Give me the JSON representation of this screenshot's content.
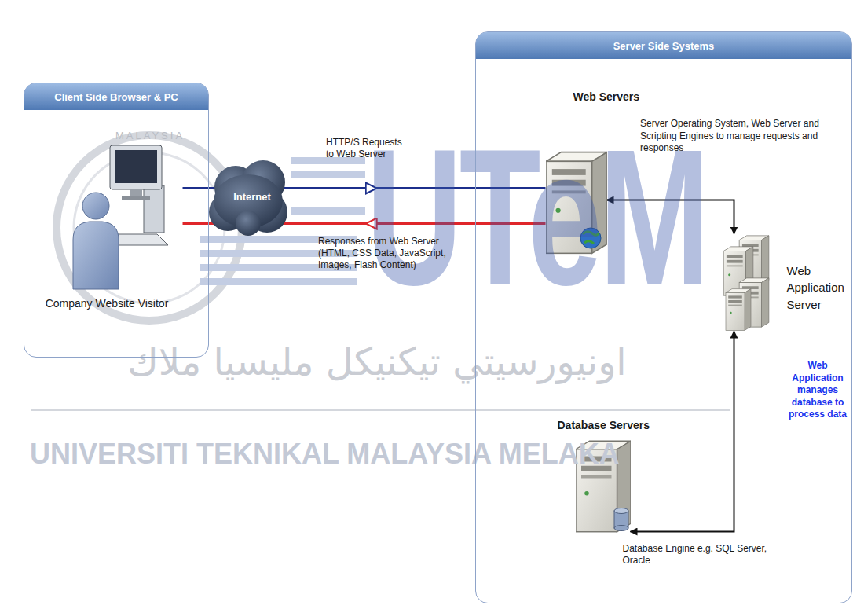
{
  "diagram": {
    "nodes": [
      {
        "text": [
          "Client Side Browser & PC"
        ]
      },
      {
        "text": [
          "Company Website Visitor"
        ],
        "in": 0
      },
      {
        "text": [
          "Internet"
        ]
      },
      {
        "text": [
          "Server Side Systems"
        ]
      },
      {
        "text": [
          "Web Servers"
        ],
        "in": 3
      },
      {
        "text": [
          "Web Application Server"
        ],
        "in": 3
      },
      {
        "text": [
          "Database Servers",
          "Database Engine e.g. SQL Server, Oracle"
        ],
        "in": 3
      }
    ],
    "edges": [
      {
        "from": 1,
        "to": 4,
        "arrow": "to",
        "label": "HTTP/S Requests to Web Server"
      },
      {
        "from": 4,
        "to": 1,
        "arrow": "to",
        "label": "Responses from Web Server (HTML, CSS Data, JavaScript, Images, Flash Content)"
      },
      {
        "from": 4,
        "to": 5,
        "arrow": "both"
      },
      {
        "from": 5,
        "to": 6,
        "arrow": "both"
      }
    ],
    "labels": [
      "Server Operating System, Web Server and Scripting Engines to manage requests and responses",
      "Web Application manages database to process data",
      "UTeM",
      "MALAYSIA",
      "اونيورسيتي تيكنيكل مليسيا ملاك",
      "UNIVERSITI TEKNIKAL MALAYSIA MELAKA"
    ]
  }
}
